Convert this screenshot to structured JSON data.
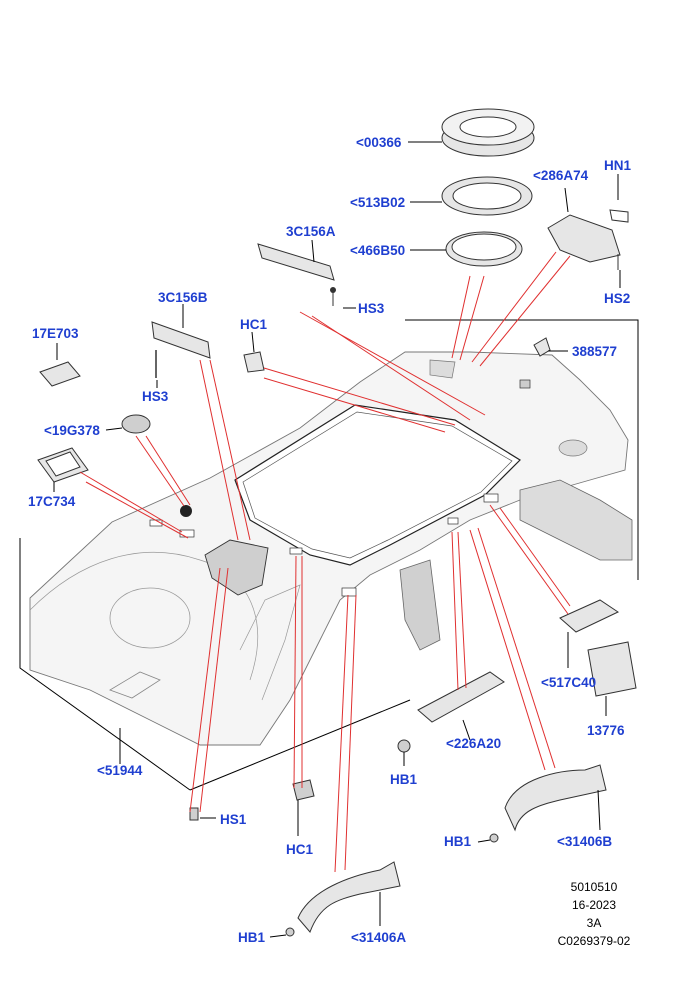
{
  "callouts": {
    "c00366": "<00366",
    "c513B02": "<513B02",
    "c466B50": "<466B50",
    "c286A74": "<286A74",
    "hn1": "HN1",
    "hs2": "HS2",
    "c3C156A": "3C156A",
    "hs3_top": "HS3",
    "c3C156B": "3C156B",
    "hc1_top": "HC1",
    "c388577": "388577",
    "c17E703": "17E703",
    "hs3_left": "HS3",
    "c19G378": "<19G378",
    "c17C734": "17C734",
    "c517C40": "<517C40",
    "c13776": "13776",
    "c226A20": "<226A20",
    "hb1_mid": "HB1",
    "c51944": "<51944",
    "hs1": "HS1",
    "hc1_bottom": "HC1",
    "hb1_right": "HB1",
    "c31406B": "<31406B",
    "hb1_bottom": "HB1",
    "c31406A": "<31406A"
  },
  "info_block": {
    "line1": "5010510",
    "line2": "16-2023",
    "line3": "3A",
    "line4": "C0269379-02"
  },
  "colors": {
    "callout_text": "#1f3fd0",
    "leader_line": "#e03030",
    "drawing_line": "#000000",
    "part_fill": "#e6e6e6"
  }
}
